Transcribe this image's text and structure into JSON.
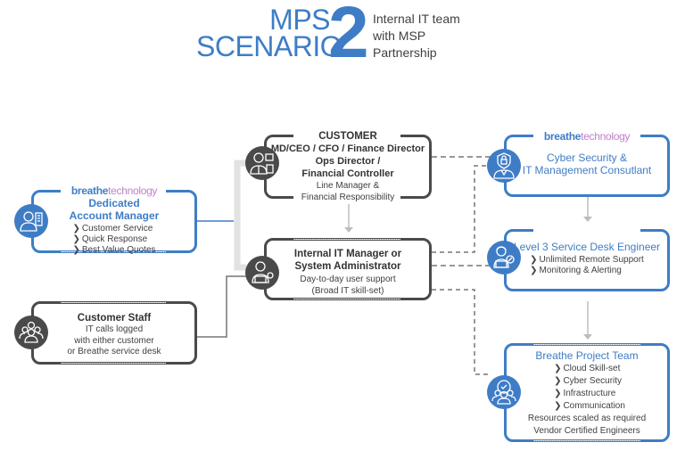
{
  "header": {
    "title_line1": "MPS",
    "title_line2": "SCENARIO",
    "scenario_number": "2",
    "subtitle_lines": [
      "Internal IT team",
      "with MSP",
      "Partnership"
    ]
  },
  "brand": {
    "part1": "breathe",
    "part2": "technology"
  },
  "colors": {
    "blue": "#3E7DC6",
    "purple": "#C07FC8",
    "dark_gray": "#4A4A4A",
    "connector_gray": "#C8C8C8"
  },
  "nodes": {
    "account_manager": {
      "icon": "account-manager-icon",
      "title_lines": [
        "Dedicated",
        "Account Manager"
      ],
      "bullets": [
        "Customer Service",
        "Quick Response",
        "Best Value Quotes"
      ]
    },
    "customer_staff": {
      "icon": "staff-group-icon",
      "title": "Customer Staff",
      "lines": [
        "IT calls logged",
        "with either customer",
        "or Breathe service desk"
      ]
    },
    "customer": {
      "icon": "executive-icon",
      "title": "CUSTOMER",
      "role_lines": [
        "MD/CEO / CFO / Finance Director",
        "Ops Director /",
        "Financial Controller"
      ],
      "lines": [
        "Line Manager &",
        "Financial Responsibility"
      ]
    },
    "internal_it": {
      "icon": "it-admin-icon",
      "title_lines": [
        "Internal IT Manager or",
        "System Administrator"
      ],
      "lines": [
        "Day-to-day user support",
        "(Broad IT skill-set)"
      ]
    },
    "cyber_consultant": {
      "icon": "security-consultant-icon",
      "title_lines": [
        "Cyber Security &",
        "IT Management Consutlant"
      ]
    },
    "service_desk": {
      "icon": "service-engineer-icon",
      "title": "Level 3 Service Desk Engineer",
      "bullets": [
        "Unlimited Remote Support",
        "Monitoring & Alerting"
      ]
    },
    "project_team": {
      "icon": "project-team-icon",
      "title": "Breathe Project Team",
      "bullets": [
        "Cloud Skill-set",
        "Cyber Security",
        "Infrastructure",
        "Communication"
      ],
      "lines": [
        "Resources scaled as required",
        "Vendor Certified Engineers"
      ]
    }
  },
  "bullet_glyph": "❯"
}
